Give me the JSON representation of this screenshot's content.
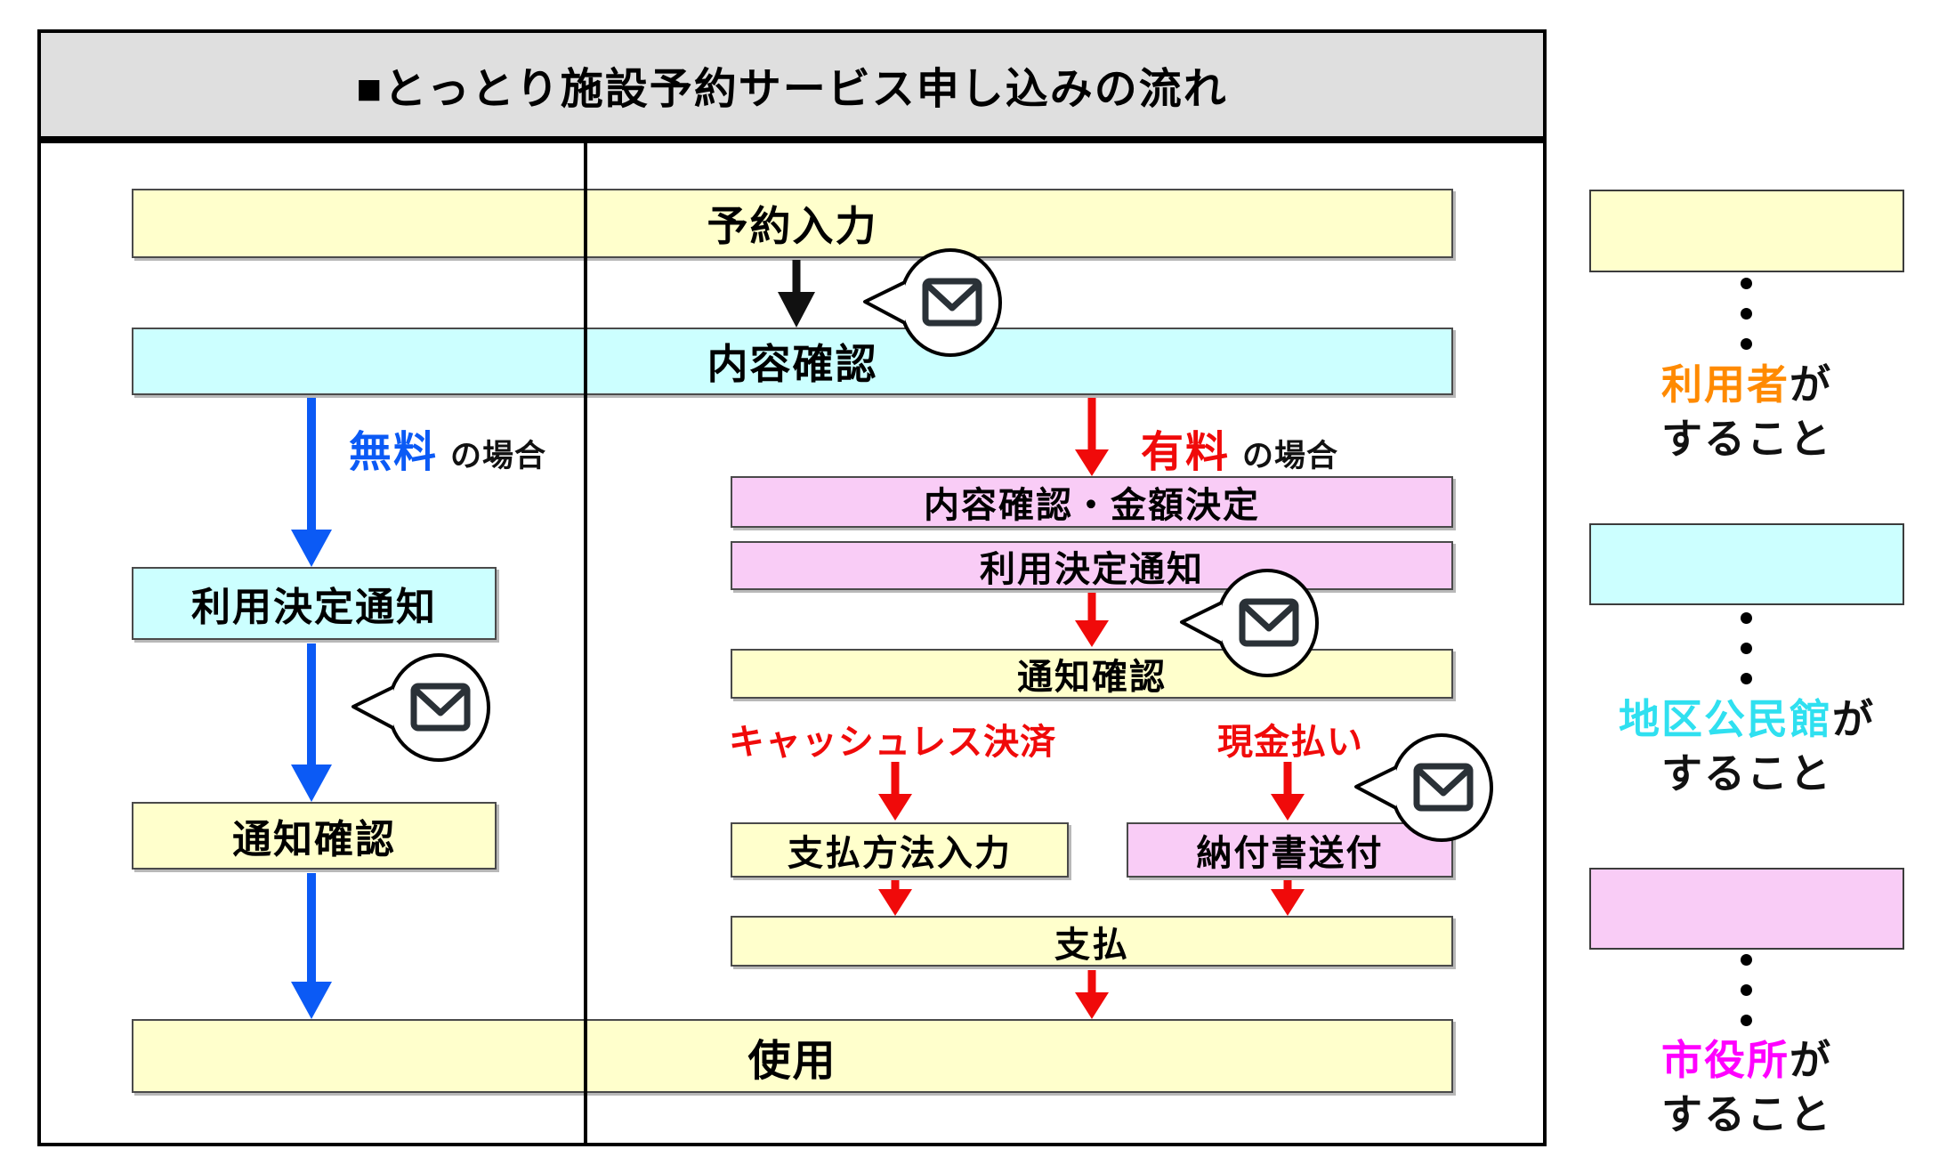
{
  "title": "■とっとり施設予約サービス申し込みの流れ",
  "flow": {
    "reservation_input": "予約入力",
    "content_check": "内容確認",
    "usage": "使用",
    "free_branch": {
      "condition_main": "無料",
      "condition_suffix": "の場合",
      "usage_decision_notice": "利用決定通知",
      "notice_check": "通知確認"
    },
    "paid_branch": {
      "condition_main": "有料",
      "condition_suffix": "の場合",
      "content_check_amount": "内容確認・金額決定",
      "usage_decision_notice": "利用決定通知",
      "notice_check": "通知確認",
      "cashless_label": "キャッシュレス決済",
      "cash_label": "現金払い",
      "payment_method_input": "支払方法入力",
      "payment_slip_sending": "納付書送付",
      "payment": "支払"
    }
  },
  "legend": {
    "items": [
      {
        "actor": "利用者",
        "suffix": "が",
        "line2": "すること",
        "actor_color": "#FF8A00",
        "box_color": "#FFFFCC"
      },
      {
        "actor": "地区公民館",
        "suffix": "が",
        "line2": "すること",
        "actor_color": "#2FE0F0",
        "box_color": "#CCFFFF"
      },
      {
        "actor": "市役所",
        "suffix": "が",
        "line2": "すること",
        "actor_color": "#FF00FF",
        "box_color": "#F9CCF6"
      }
    ]
  },
  "icons": {
    "mail_bubble": "mail-icon"
  },
  "colors": {
    "box_yellow": "#FFFFCC",
    "box_cyan": "#CCFFFF",
    "box_pink": "#F9CCF6",
    "arrow_blue": "#0B5AF5",
    "arrow_red": "#F00A0A",
    "arrow_black": "#111111",
    "title_bar_bg": "#DFDFDF"
  }
}
